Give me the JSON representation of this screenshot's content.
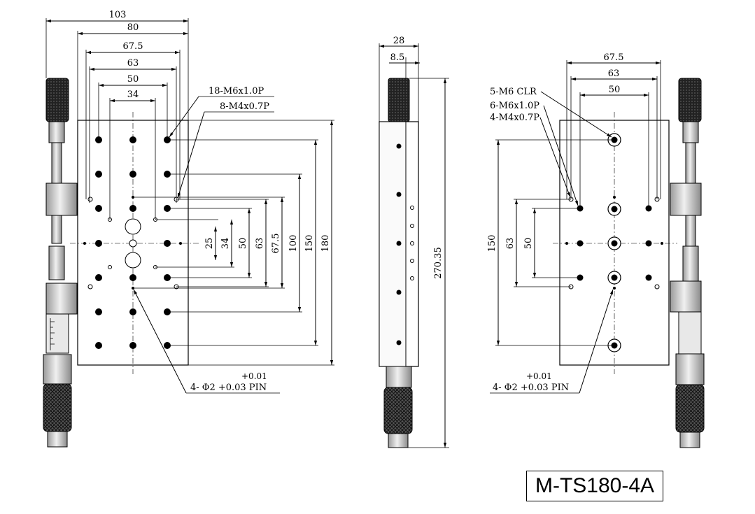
{
  "front_view": {
    "dims_top": [
      "103",
      "80",
      "67.5",
      "63",
      "50",
      "34"
    ],
    "dims_right": [
      "25",
      "34",
      "50",
      "63",
      "67.5",
      "100",
      "150",
      "180"
    ],
    "callout_m6": "18-M6x1.0P",
    "callout_m4": "8-M4x0.7P",
    "pin_tol": "+0.01",
    "pin_label": "4- Φ2 +0.03 PIN"
  },
  "side_view": {
    "dim_width": "28",
    "dim_offset": "8.5",
    "dim_height": "270.35"
  },
  "back_view": {
    "dims_top": [
      "67.5",
      "63",
      "50"
    ],
    "dims_left": [
      "150",
      "63",
      "50"
    ],
    "callout_clr": "5-M6 CLR",
    "callout_m6": "6-M6x1.0P",
    "callout_m4": "4-M4x0.7P",
    "pin_tol": "+0.01",
    "pin_label": "4- Φ2 +0.03 PIN"
  },
  "part_number": "M-TS180-4A"
}
